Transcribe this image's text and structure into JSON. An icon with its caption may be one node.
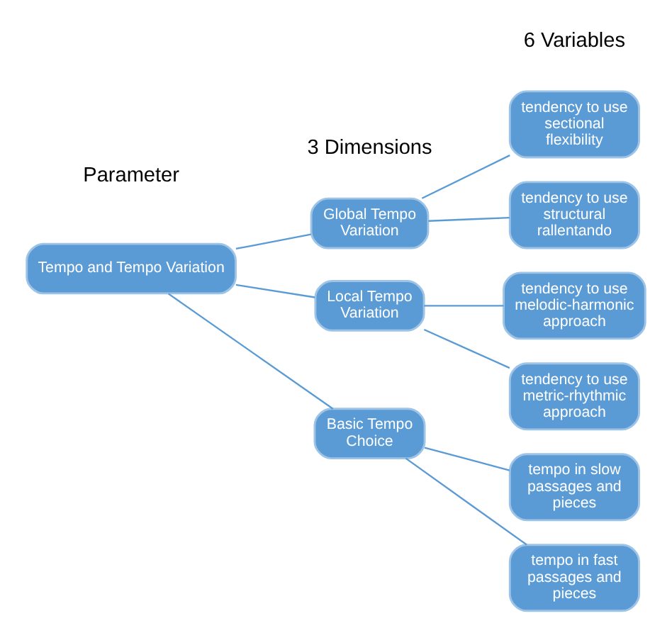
{
  "diagram": {
    "nodes": [
      {
        "text": [
          "Tempo and Tempo Variation"
        ]
      },
      {
        "text": [
          "Basic Tempo Choice"
        ]
      },
      {
        "text": [
          "Global Tempo Variation"
        ]
      },
      {
        "text": [
          "Local Tempo Variation"
        ]
      },
      {
        "text": [
          "tempo in fast passages and pieces"
        ]
      },
      {
        "text": [
          "tempo in slow passages and pieces"
        ]
      },
      {
        "text": [
          "tendency to use sectional flexibility"
        ]
      },
      {
        "text": [
          "tendency to use structural rallentando"
        ]
      },
      {
        "text": [
          "tendency to use melodic-harmonic approach"
        ]
      },
      {
        "text": [
          "tendency to use metric-rhythmic approach"
        ]
      }
    ],
    "edges": [
      {
        "from": 0,
        "to": 1,
        "arrow": "none"
      },
      {
        "from": 0,
        "to": 2,
        "arrow": "none"
      },
      {
        "from": 0,
        "to": 3,
        "arrow": "none"
      },
      {
        "from": 1,
        "to": 4,
        "arrow": "none"
      },
      {
        "from": 1,
        "to": 5,
        "arrow": "none"
      },
      {
        "from": 2,
        "to": 6,
        "arrow": "none"
      },
      {
        "from": 2,
        "to": 7,
        "arrow": "none"
      },
      {
        "from": 3,
        "to": 8,
        "arrow": "none"
      },
      {
        "from": 3,
        "to": 9,
        "arrow": "none"
      }
    ],
    "labels": [
      "Parameter",
      "3 Dimensions",
      "6 Variables"
    ]
  }
}
